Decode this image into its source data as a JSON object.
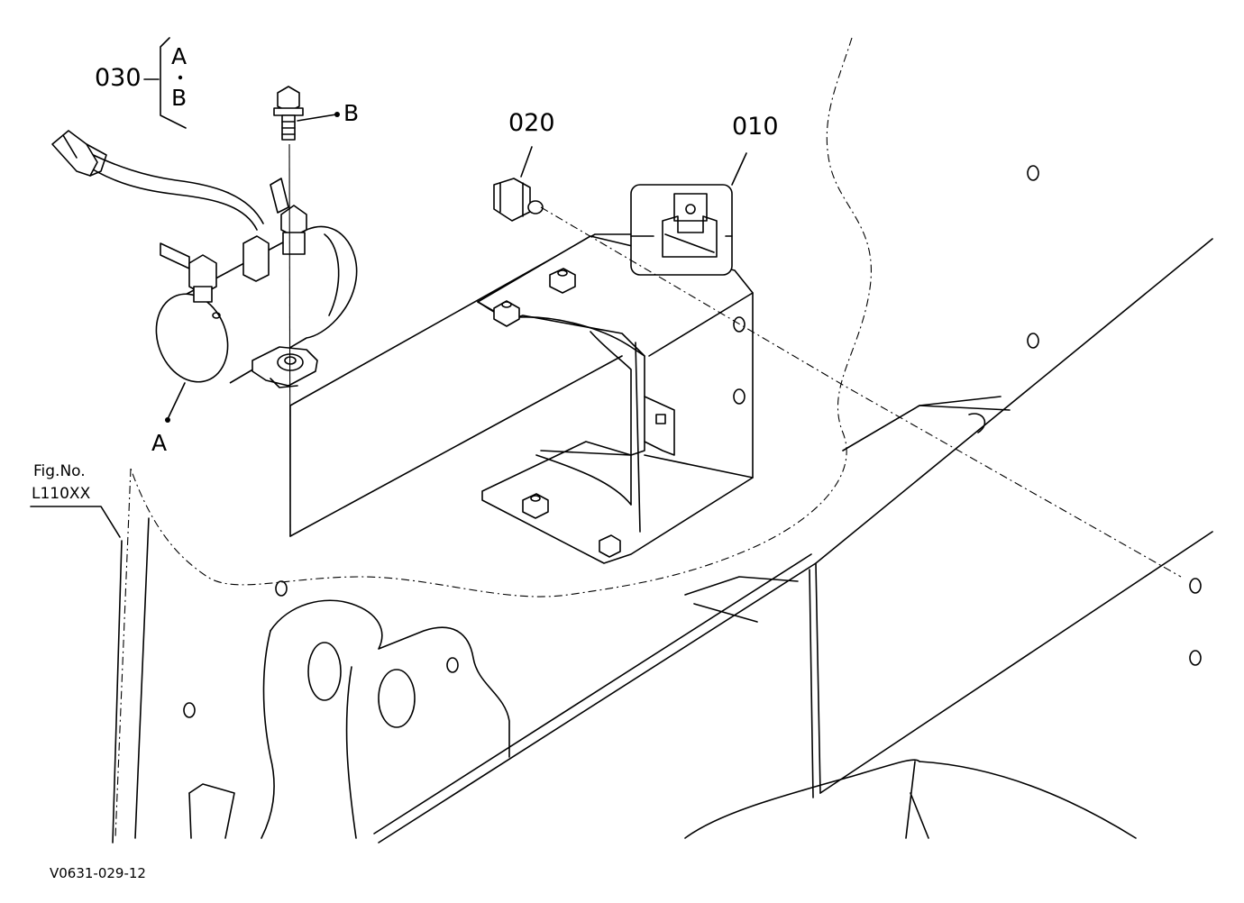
{
  "callouts": {
    "c030": "030",
    "c020": "020",
    "c010": "010",
    "bracket_a": "A",
    "bracket_b": "B",
    "leader_b": "B",
    "leader_a": "A"
  },
  "figure_ref": {
    "line1": "Fig.No.",
    "line2": "L110XX"
  },
  "drawing_code": "V0631-029-12"
}
